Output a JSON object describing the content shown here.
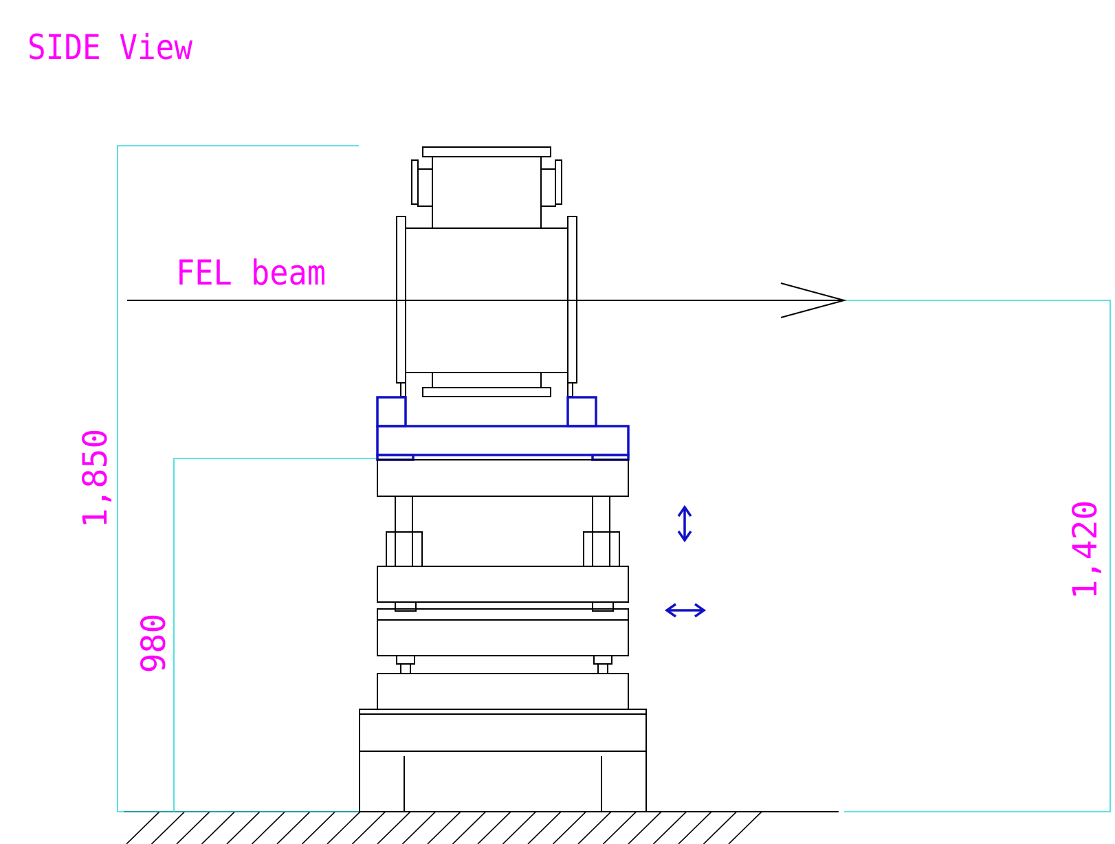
{
  "title": "SIDE View",
  "beam": {
    "label": "FEL beam"
  },
  "dimensions": {
    "overall_height": "1,850",
    "beam_height": "1,420",
    "table_height": "980"
  },
  "colors": {
    "label": "#ff00ff",
    "outline": "#000000",
    "stage": "#1010c8",
    "dimension_line": "#30d8d8"
  },
  "icons": {
    "vertical_motion": "vertical-double-arrow-icon",
    "horizontal_motion": "horizontal-double-arrow-icon"
  }
}
